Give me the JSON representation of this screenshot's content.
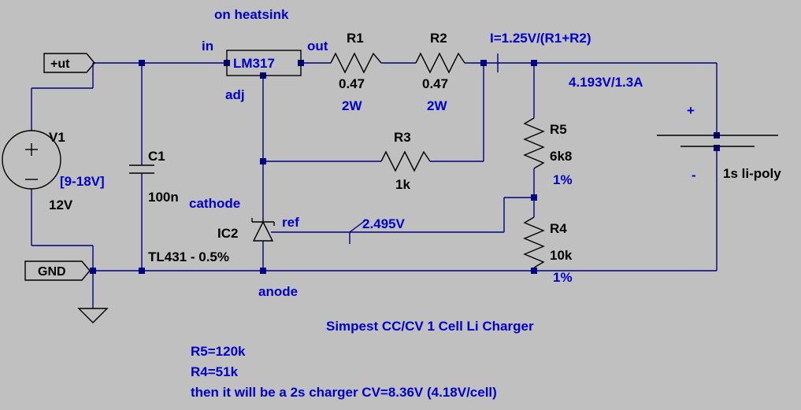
{
  "labels": {
    "on_heatsink": "on heatsink",
    "in": "in",
    "out": "out",
    "adj": "adj",
    "r1_name": "R1",
    "r1_value": "0.47",
    "r1_power": "2W",
    "r2_name": "R2",
    "r2_value": "0.47",
    "r2_power": "2W",
    "current_formula": "I=1.25V/(R1+R2)",
    "output_spec": "4.193V/1.3A",
    "plus": "+",
    "minus": "-",
    "battery_name": "1s li-poly",
    "r5_name": "R5",
    "r5_value": "6k8",
    "r5_tol": "1%",
    "r4_name": "R4",
    "r4_value": "10k",
    "r4_tol": "1%",
    "r3_name": "R3",
    "r3_value": "1k",
    "ref_voltage": "2.495V",
    "cathode": "cathode",
    "ref": "ref",
    "anode": "anode",
    "ic2_name": "IC2",
    "ic2_value": "TL431 - 0.5%",
    "c1_name": "C1",
    "c1_value": "100n",
    "v1_name": "V1",
    "v1_range": "[9-18V]",
    "v1_value": "12V",
    "lm317": "LM317",
    "net_in": "+ut",
    "net_gnd": "GND",
    "title": "Simpest CC/CV 1 Cell Li Charger",
    "note1": "R5=120k",
    "note2": "R4=51k",
    "note3": "then it will be a 2s charger CV=8.36V (4.18V/cell)"
  },
  "colors": {
    "background": "#c0c0c0",
    "wire": "#000080",
    "component": "#000000",
    "annotation": "#0000cc"
  }
}
